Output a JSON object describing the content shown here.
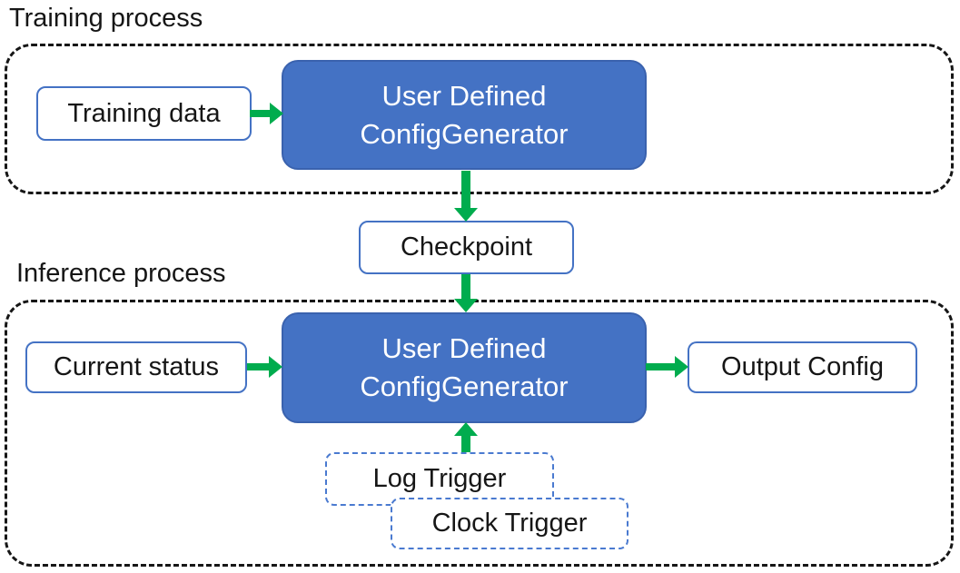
{
  "diagram": {
    "training": {
      "label": "Training process",
      "training_data": "Training data",
      "generator": {
        "line1": "User Defined",
        "line2": "ConfigGenerator"
      }
    },
    "checkpoint": {
      "label": "Checkpoint"
    },
    "inference": {
      "label": "Inference process",
      "current_status": "Current status",
      "generator": {
        "line1": "User Defined",
        "line2": "ConfigGenerator"
      },
      "output_config": "Output Config",
      "log_trigger": "Log Trigger",
      "clock_trigger": "Clock Trigger"
    }
  },
  "colors": {
    "node_fill_blue": "#4472c4",
    "node_border_blue": "#4472c4",
    "trigger_border_blue": "#4a7ad0",
    "arrow_green": "#00ac4e",
    "container_dash_black": "#161616"
  }
}
